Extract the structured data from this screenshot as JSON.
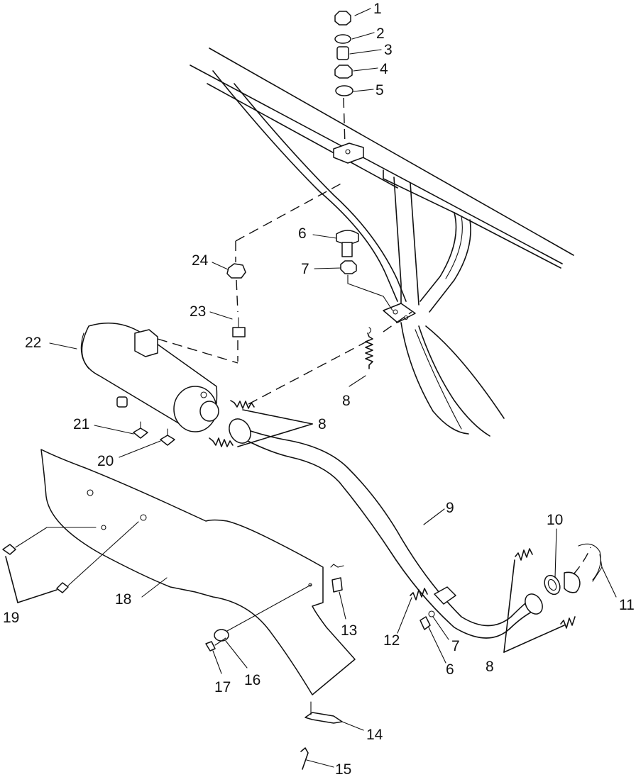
{
  "diagram": {
    "labels": [
      {
        "id": "1",
        "text": "1"
      },
      {
        "id": "2",
        "text": "2"
      },
      {
        "id": "3",
        "text": "3"
      },
      {
        "id": "4",
        "text": "4"
      },
      {
        "id": "5",
        "text": "5"
      },
      {
        "id": "6a",
        "text": "6"
      },
      {
        "id": "7a",
        "text": "7"
      },
      {
        "id": "24",
        "text": "24"
      },
      {
        "id": "23",
        "text": "23"
      },
      {
        "id": "22",
        "text": "22"
      },
      {
        "id": "8a",
        "text": "8"
      },
      {
        "id": "8b",
        "text": "8"
      },
      {
        "id": "21",
        "text": "21"
      },
      {
        "id": "20",
        "text": "20"
      },
      {
        "id": "9",
        "text": "9"
      },
      {
        "id": "10",
        "text": "10"
      },
      {
        "id": "11",
        "text": "11"
      },
      {
        "id": "19",
        "text": "19"
      },
      {
        "id": "18",
        "text": "18"
      },
      {
        "id": "13",
        "text": "13"
      },
      {
        "id": "12",
        "text": "12"
      },
      {
        "id": "7b",
        "text": "7"
      },
      {
        "id": "6b",
        "text": "6"
      },
      {
        "id": "8c",
        "text": "8"
      },
      {
        "id": "17",
        "text": "17"
      },
      {
        "id": "16",
        "text": "16"
      },
      {
        "id": "14",
        "text": "14"
      },
      {
        "id": "15",
        "text": "15"
      }
    ]
  }
}
